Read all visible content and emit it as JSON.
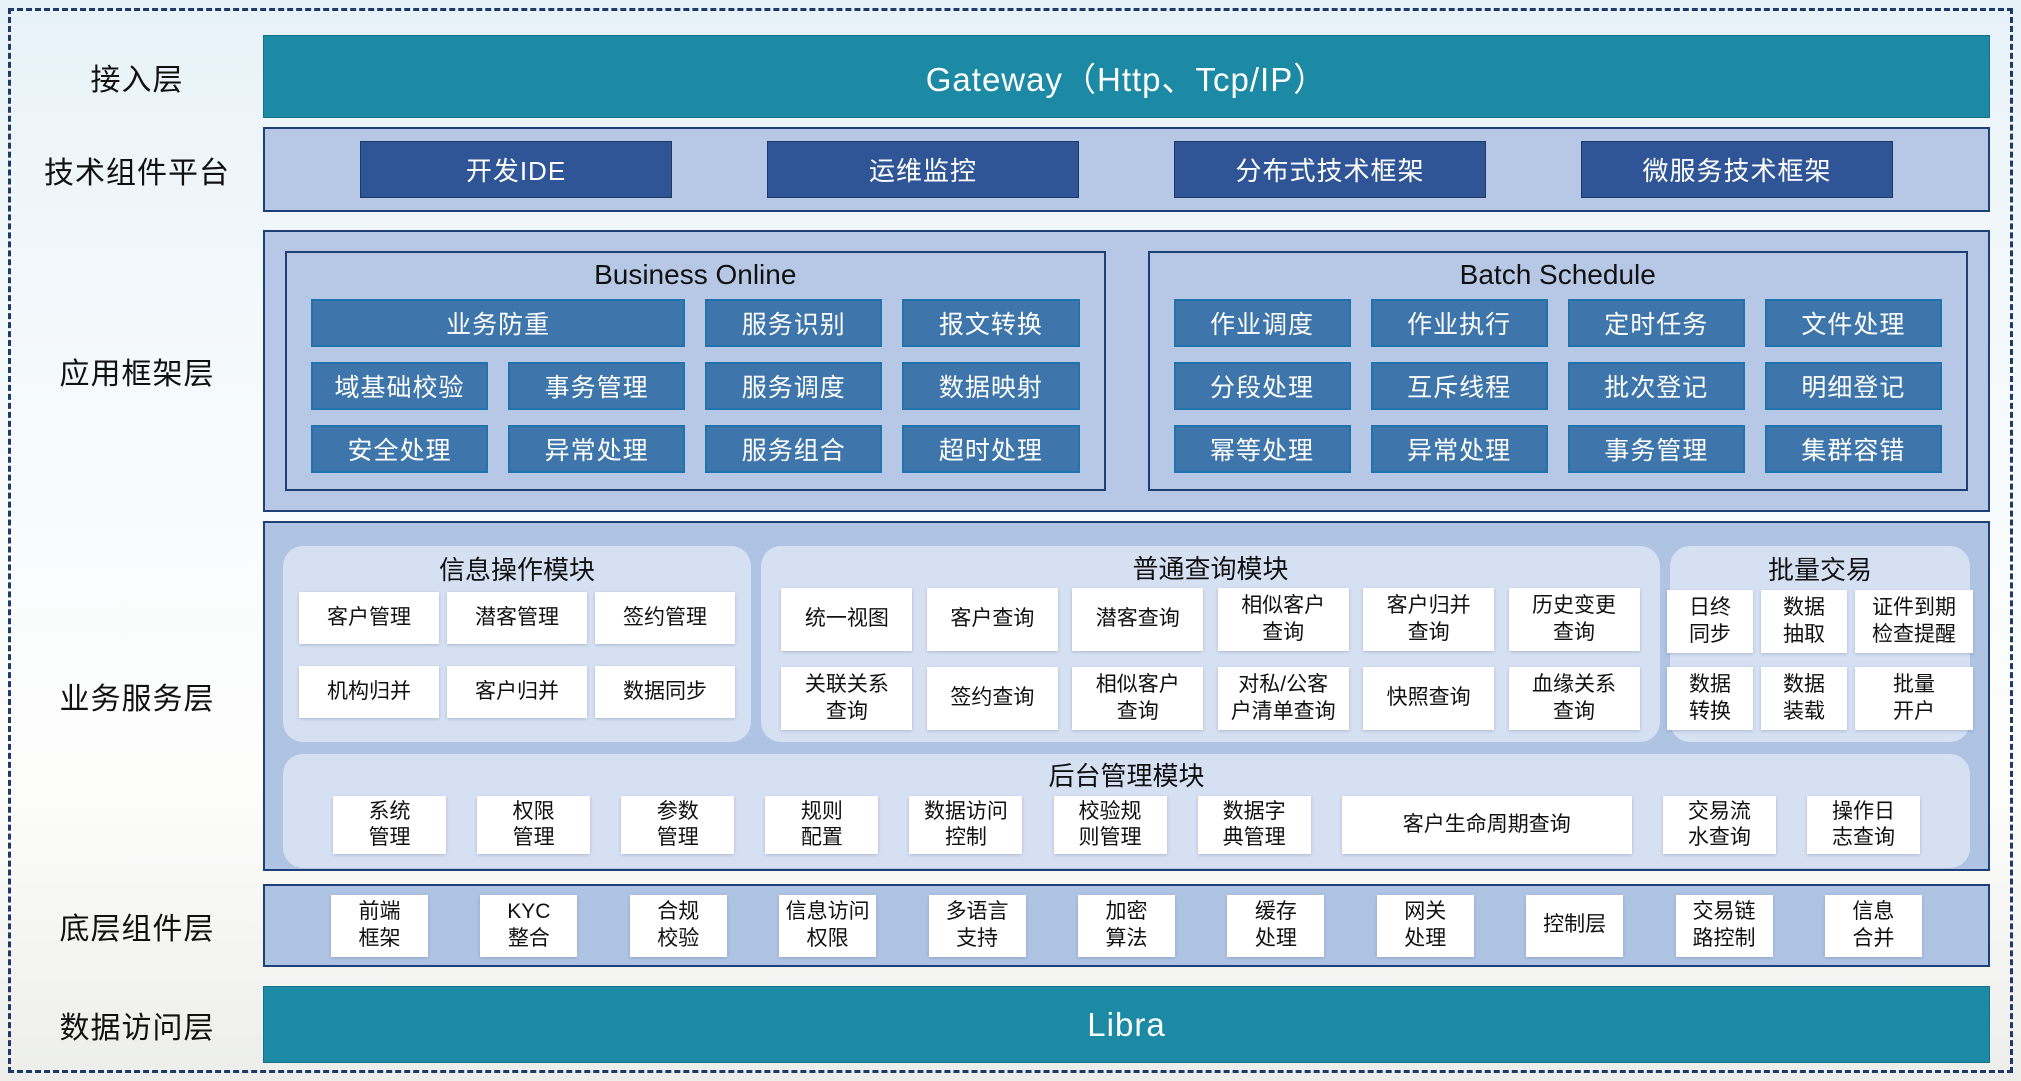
{
  "colors": {
    "teal": "#1C8AA4",
    "navy_button": "#2F5597",
    "framework_button": "#3E75AA",
    "section_background": "#B6C8E6",
    "soft_panel_background": "#D6E0F3",
    "border_navy": "#1F3F77"
  },
  "layers": {
    "access": {
      "label": "接入层",
      "gateway": "Gateway（Http、Tcp/IP）"
    },
    "tech_platform": {
      "label": "技术组件平台",
      "buttons": [
        "开发IDE",
        "运维监控",
        "分布式技术框架",
        "微服务技术框架"
      ]
    },
    "app_framework": {
      "label": "应用框架层",
      "business_online": {
        "title": "Business Online",
        "cells": [
          "业务防重",
          "服务识别",
          "报文转换",
          "域基础校验",
          "事务管理",
          "服务调度",
          "数据映射",
          "安全处理",
          "异常处理",
          "服务组合",
          "超时处理"
        ]
      },
      "batch_schedule": {
        "title": "Batch Schedule",
        "cells": [
          "作业调度",
          "作业执行",
          "定时任务",
          "文件处理",
          "分段处理",
          "互斥线程",
          "批次登记",
          "明细登记",
          "幂等处理",
          "异常处理",
          "事务管理",
          "集群容错"
        ]
      }
    },
    "business_service": {
      "label": "业务服务层",
      "info_module": {
        "title": "信息操作模块",
        "cells": [
          "客户管理",
          "潜客管理",
          "签约管理",
          "机构归并",
          "客户归并",
          "数据同步"
        ]
      },
      "query_module": {
        "title": "普通查询模块",
        "cells": [
          "统一视图",
          "客户查询",
          "潜客查询",
          "相似客户\n查询",
          "客户归并\n查询",
          "历史变更\n查询",
          "关联关系\n查询",
          "签约查询",
          "相似客户\n查询",
          "对私/公客\n户清单查询",
          "快照查询",
          "血缘关系\n查询"
        ]
      },
      "batch_module": {
        "title": "批量交易",
        "cells": [
          "日终\n同步",
          "数据\n抽取",
          "证件到期\n检查提醒",
          "数据\n转换",
          "数据\n装载",
          "批量\n开户"
        ]
      },
      "admin_module": {
        "title": "后台管理模块",
        "cells": [
          "系统\n管理",
          "权限\n管理",
          "参数\n管理",
          "规则\n配置",
          "数据访问\n控制",
          "校验规\n则管理",
          "数据字\n典管理",
          "客户生命周期查询",
          "交易流\n水查询",
          "操作日\n志查询"
        ]
      }
    },
    "base_components": {
      "label": "底层组件层",
      "cells": [
        "前端\n框架",
        "KYC\n整合",
        "合规\n校验",
        "信息访问\n权限",
        "多语言\n支持",
        "加密\n算法",
        "缓存\n处理",
        "网关\n处理",
        "控制层",
        "交易链\n路控制",
        "信息\n合并"
      ]
    },
    "data_access": {
      "label": "数据访问层",
      "bar": "Libra"
    }
  }
}
